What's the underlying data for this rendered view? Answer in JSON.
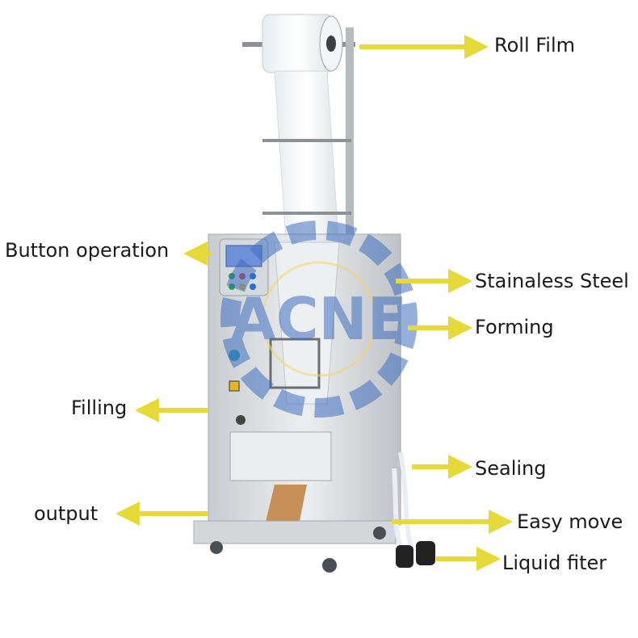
{
  "labels": {
    "roll_film": "Roll Film",
    "button_operation": "Button operation",
    "stainless_steel": "Stainaless Steel",
    "forming": "Forming",
    "filling": "Filling",
    "sealing": "Sealing",
    "output": "output",
    "easy_move": "Easy move",
    "liquid_filter": "Liquid fiter"
  },
  "watermark": "ACNE",
  "colors": {
    "arrow": "#e6d93a",
    "steel": "#d9dbde",
    "steel_dark": "#b9bcc1",
    "watermark": "#3f6fc0"
  }
}
